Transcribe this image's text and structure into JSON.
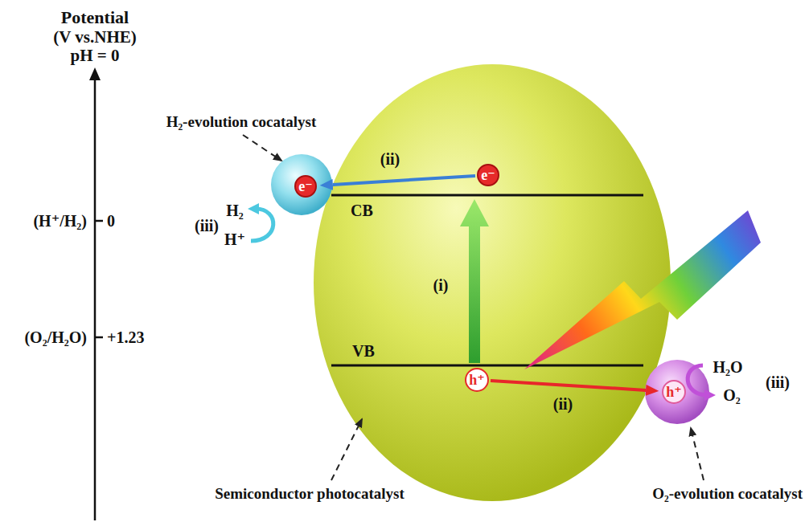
{
  "diagram": {
    "nodes": [
      {
        "text": [
          "e⁻"
        ]
      },
      {
        "text": [
          "e⁻"
        ]
      },
      {
        "text": [
          "h⁺"
        ]
      },
      {
        "text": [
          "h⁺"
        ]
      }
    ],
    "edges": [
      {
        "from": 0,
        "to": 1,
        "arrow": "to",
        "label": "(ii)"
      },
      {
        "from": 2,
        "to": 3,
        "arrow": "to",
        "label": "(ii)"
      }
    ],
    "labels": [
      "Potential",
      "(V vs.NHE)",
      "pH = 0",
      "H₂-evolution cocatalyst",
      "(H⁺/H₂)",
      "0",
      "(iii)",
      "H₂",
      "H⁺",
      "CB",
      "(i)",
      "(O₂/H₂O)",
      "+1.23",
      "VB",
      "H₂O",
      "(iii)",
      "O₂",
      "Semiconductor photocatalyst",
      "O₂-evolution cocatalyst"
    ]
  }
}
